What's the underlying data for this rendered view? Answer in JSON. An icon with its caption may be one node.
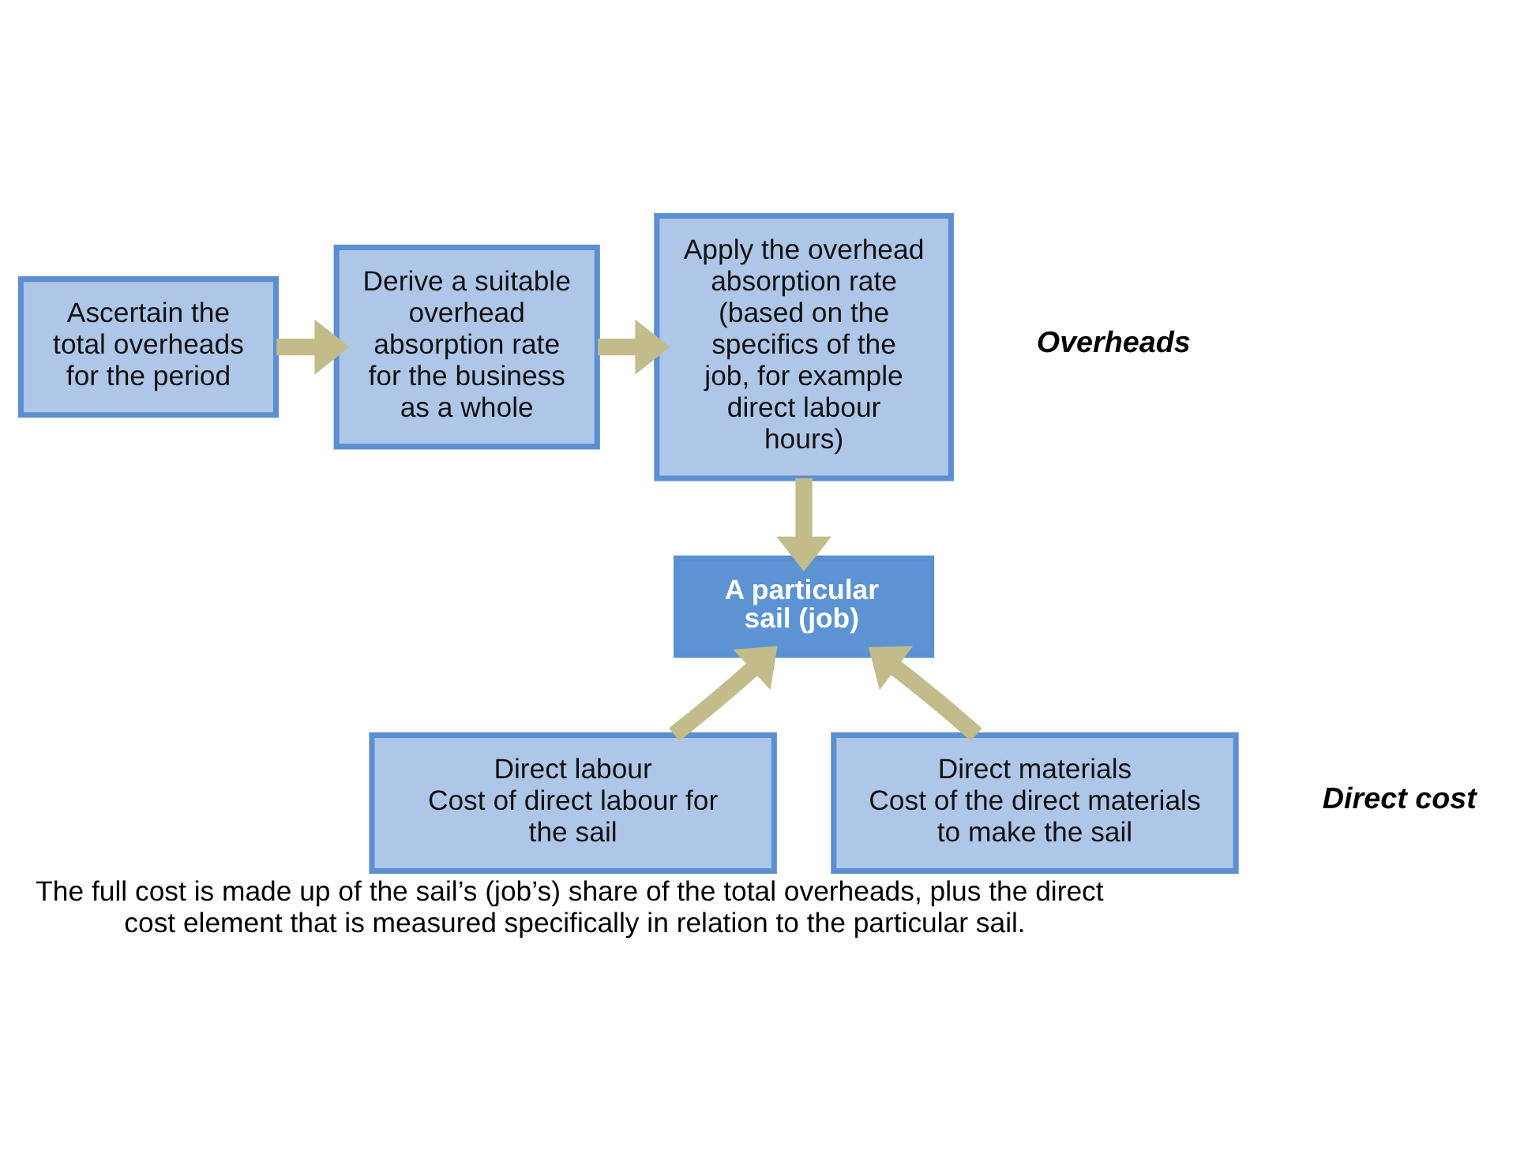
{
  "diagram": {
    "caption": "The full cost is made up of the sail’s (job’s) share of the total overheads, plus the direct cost element that is measured specifically in relation to the particular sail.",
    "nodes": [
      {
        "text": [
          "Ascertain the total overheads for the period"
        ]
      },
      {
        "text": [
          "Derive a suitable overhead absorption rate for the business as a whole"
        ]
      },
      {
        "text": [
          "Apply the overhead absorption rate (based on the specifics of the job, for example direct labour hours)"
        ]
      },
      {
        "text": [
          "A particular sail (job)"
        ]
      },
      {
        "text": [
          "Direct labour",
          "Cost of direct labour for the sail"
        ]
      },
      {
        "text": [
          "Direct materials",
          "Cost of the direct materials to make the sail"
        ]
      }
    ],
    "edges": [
      {
        "from": 0,
        "to": 1,
        "arrow": "to"
      },
      {
        "from": 1,
        "to": 2,
        "arrow": "to"
      },
      {
        "from": 2,
        "to": 3,
        "arrow": "to"
      },
      {
        "from": 4,
        "to": 3,
        "arrow": "to"
      },
      {
        "from": 5,
        "to": 3,
        "arrow": "to"
      }
    ],
    "labels": [
      "Overheads",
      "Direct cost"
    ]
  }
}
